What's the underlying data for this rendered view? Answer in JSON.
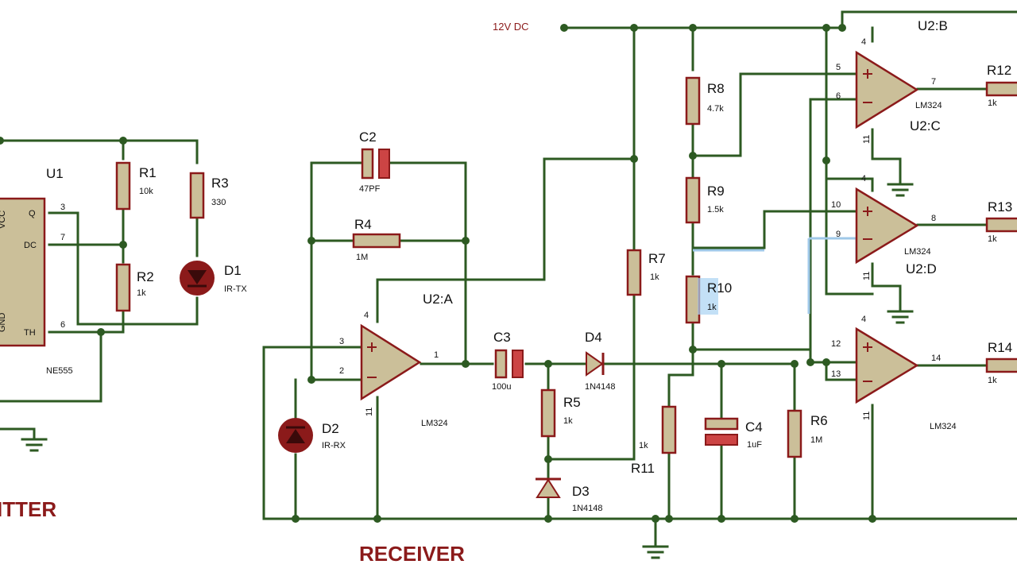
{
  "supply": {
    "label": "12V DC"
  },
  "sections": {
    "transmitter": "ITTER",
    "receiver": "RECEIVER"
  },
  "transmitter": {
    "u1": {
      "ref": "U1",
      "part": "NE555",
      "pins": {
        "q": "Q",
        "dc": "DC",
        "th": "TH",
        "vcc": "VCC",
        "gnd": "GND"
      },
      "pin_numbers": {
        "q": "3",
        "dc": "7",
        "th": "6"
      }
    },
    "r1": {
      "ref": "R1",
      "value": "10k"
    },
    "r2": {
      "ref": "R2",
      "value": "1k"
    },
    "r3": {
      "ref": "R3",
      "value": "330"
    },
    "d1": {
      "ref": "D1",
      "value": "IR-TX"
    }
  },
  "receiver": {
    "c2": {
      "ref": "C2",
      "value": "47PF"
    },
    "r4": {
      "ref": "R4",
      "value": "1M"
    },
    "u2a": {
      "ref": "U2:A",
      "part": "LM324",
      "pins": {
        "p3": "3",
        "p2": "2",
        "p1": "1",
        "p4": "4",
        "p11": "11"
      }
    },
    "d2": {
      "ref": "D2",
      "value": "IR-RX"
    },
    "c3": {
      "ref": "C3",
      "value": "100u"
    },
    "d4": {
      "ref": "D4",
      "value": "1N4148"
    },
    "r5": {
      "ref": "R5",
      "value": "1k"
    },
    "d3": {
      "ref": "D3",
      "value": "1N4148"
    },
    "r7": {
      "ref": "R7",
      "value": "1k"
    },
    "r8": {
      "ref": "R8",
      "value": "4.7k"
    },
    "r9": {
      "ref": "R9",
      "value": "1.5k"
    },
    "r10": {
      "ref": "R10",
      "value": "1k"
    },
    "r11": {
      "ref": "R11",
      "value": "1k"
    },
    "c4": {
      "ref": "C4",
      "value": "1uF"
    },
    "r6": {
      "ref": "R6",
      "value": "1M"
    },
    "u2b": {
      "ref": "U2:B",
      "pins": {
        "p5": "5",
        "p6": "6",
        "p7": "7",
        "p4": "4",
        "p11": "11"
      }
    },
    "u2c": {
      "ref": "U2:C",
      "part": "LM324",
      "pins": {
        "p10": "10",
        "p9": "9",
        "p8": "8",
        "p4": "4",
        "p11": "11"
      }
    },
    "u2d": {
      "ref": "U2:D",
      "part": "LM324",
      "pins": {
        "p12": "12",
        "p13": "13",
        "p14": "14",
        "p4": "4",
        "p11": "11"
      }
    },
    "u2_part_bottom": "LM324",
    "r12": {
      "ref": "R12",
      "value": "1k"
    },
    "r13": {
      "ref": "R13",
      "value": "1k"
    },
    "r14": {
      "ref": "R14",
      "value": "1k"
    }
  },
  "colors": {
    "wire": "#2d5a22",
    "component_outline": "#8b1a1a",
    "component_fill": "#cbbf99",
    "title": "#8b1a1a"
  }
}
